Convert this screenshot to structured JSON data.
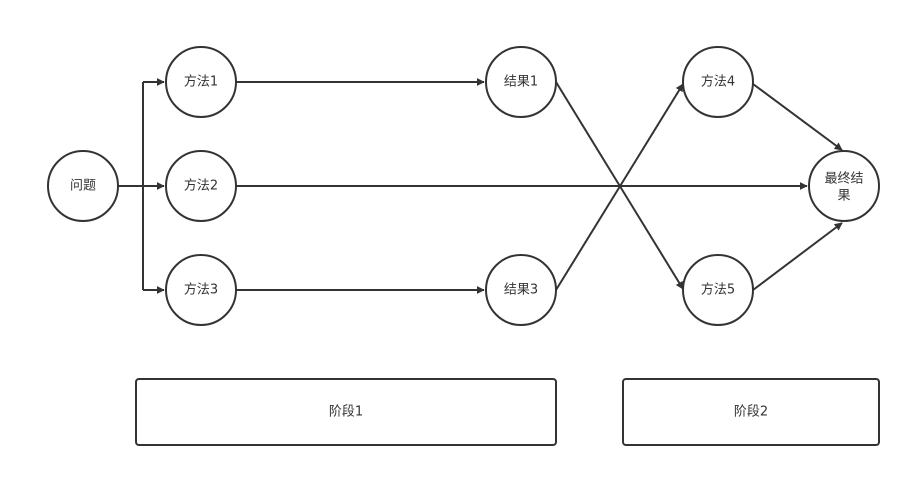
{
  "nodes": {
    "problem": "问题",
    "method1": "方法1",
    "method2": "方法2",
    "method3": "方法3",
    "result1": "结果1",
    "result3": "结果3",
    "method4": "方法4",
    "method5": "方法5",
    "final_line1": "最终结",
    "final_line2": "果"
  },
  "stages": {
    "stage1": "阶段1",
    "stage2": "阶段2"
  },
  "colors": {
    "stroke": "#333333",
    "background": "#ffffff"
  }
}
